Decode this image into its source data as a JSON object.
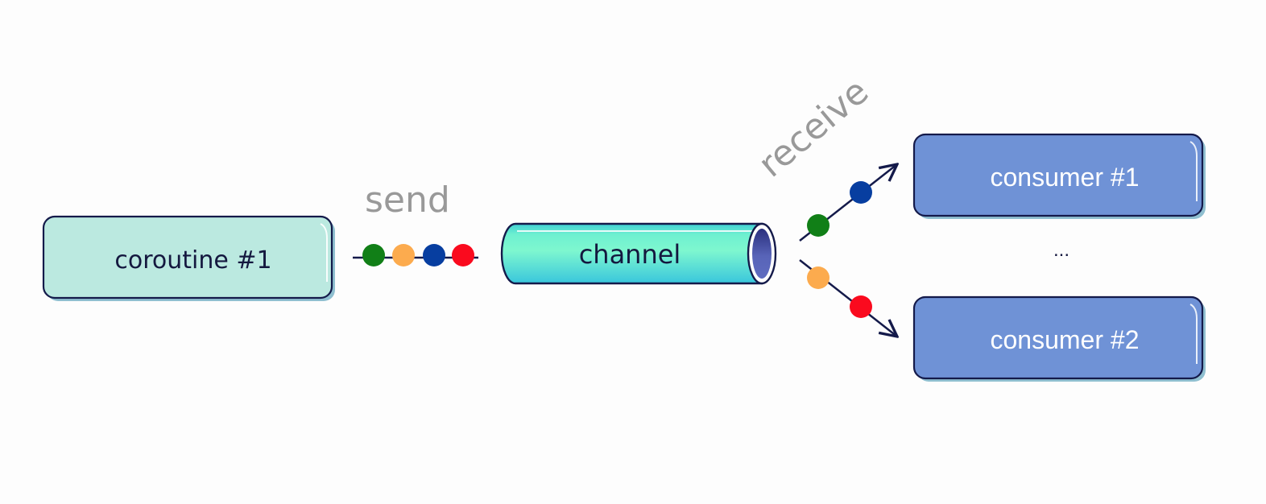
{
  "diagram": {
    "producer": {
      "label": "coroutine #1"
    },
    "send_label": "send",
    "channel": {
      "label": "channel"
    },
    "receive_label": "receive",
    "consumers": [
      {
        "label": "consumer #1"
      },
      {
        "label": "consumer #2"
      }
    ],
    "ellipsis": "...",
    "message_colors": {
      "green": "#117f17",
      "orange": "#fcab4e",
      "blue": "#073ea0",
      "red": "#fa0a1e"
    },
    "colors": {
      "producer_fill": "#bbe9e0",
      "consumer_fill": "#6f92d6",
      "outline": "#141a4a",
      "label_gray": "#999999",
      "channel_fill_top": "#7ef5cd",
      "channel_fill_bottom": "#3ecfd8",
      "channel_end": "#4b56a8"
    }
  }
}
